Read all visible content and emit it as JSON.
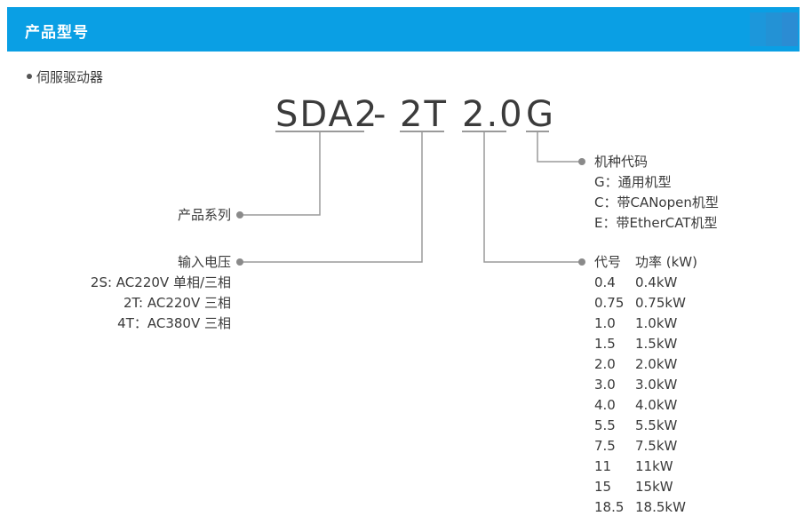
{
  "header": {
    "title": "产品型号"
  },
  "section_title": "伺服驱动器",
  "model_code": {
    "seg1": "SDA2",
    "dash": "-",
    "seg2": "2T",
    "seg3": "2.0",
    "seg4": "G"
  },
  "series_label": "产品系列",
  "voltage": {
    "title": "输入电压",
    "items": [
      "2S: AC220V 单相/三相",
      "2T: AC220V 三相",
      "4T：AC380V 三相"
    ]
  },
  "machine_type": {
    "title": "机种代码",
    "items": [
      "G：通用机型",
      "C：带CANopen机型",
      "E：带EtherCAT机型"
    ]
  },
  "power_table": {
    "headers": [
      "代号",
      "功率 (kW)"
    ],
    "rows": [
      [
        "0.4",
        "0.4kW"
      ],
      [
        "0.75",
        "0.75kW"
      ],
      [
        "1.0",
        "1.0kW"
      ],
      [
        "1.5",
        "1.5kW"
      ],
      [
        "2.0",
        "2.0kW"
      ],
      [
        "3.0",
        "3.0kW"
      ],
      [
        "4.0",
        "4.0kW"
      ],
      [
        "5.5",
        "5.5kW"
      ],
      [
        "7.5",
        "7.5kW"
      ],
      [
        "11",
        "11kW"
      ],
      [
        "15",
        "15kW"
      ],
      [
        "18.5",
        "18.5kW"
      ]
    ]
  },
  "colors": {
    "header_bg": "#0a9fe4",
    "line": "#9a9a9a",
    "text": "#3a3a3a"
  }
}
